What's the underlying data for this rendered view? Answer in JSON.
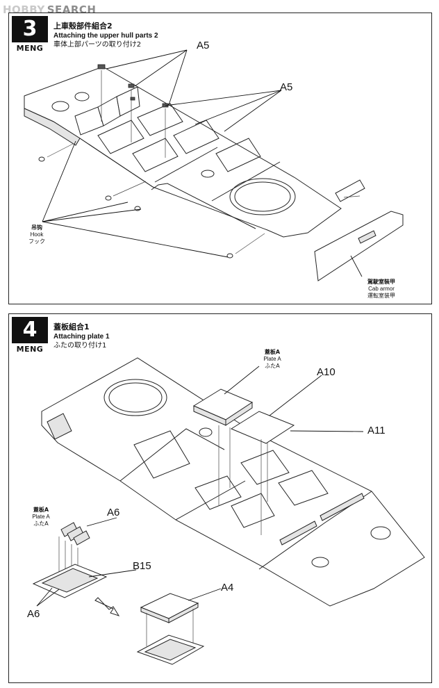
{
  "watermark": {
    "part1": "HOBBY",
    "part2": "SEARCH"
  },
  "brand": "MENG",
  "steps": [
    {
      "number": "3",
      "title_zh": "上車殼部件組合2",
      "title_en": "Attaching the upper hull parts 2",
      "title_ja": "車体上部パーツの取り付け2",
      "labels": {
        "a5_top": "A5",
        "a5_mid": "A5",
        "hook": {
          "zh": "吊钩",
          "en": "Hook",
          "ja": "フック"
        },
        "cab_armor": {
          "zh": "駕駛室裝甲",
          "en": "Cab armor",
          "ja": "運転室装甲"
        }
      }
    },
    {
      "number": "4",
      "title_zh": "蓋板組合1",
      "title_en": "Attaching plate 1",
      "title_ja": "ふたの取り付け1",
      "labels": {
        "plate_a_top": {
          "zh": "蓋板A",
          "en": "Plate A",
          "ja": "ふたA"
        },
        "plate_a_left": {
          "zh": "蓋板A",
          "en": "Plate A",
          "ja": "ふたA"
        },
        "a10": "A10",
        "a11": "A11",
        "a6_top": "A6",
        "a6_bottom": "A6",
        "b15": "B15",
        "a4": "A4"
      }
    }
  ]
}
